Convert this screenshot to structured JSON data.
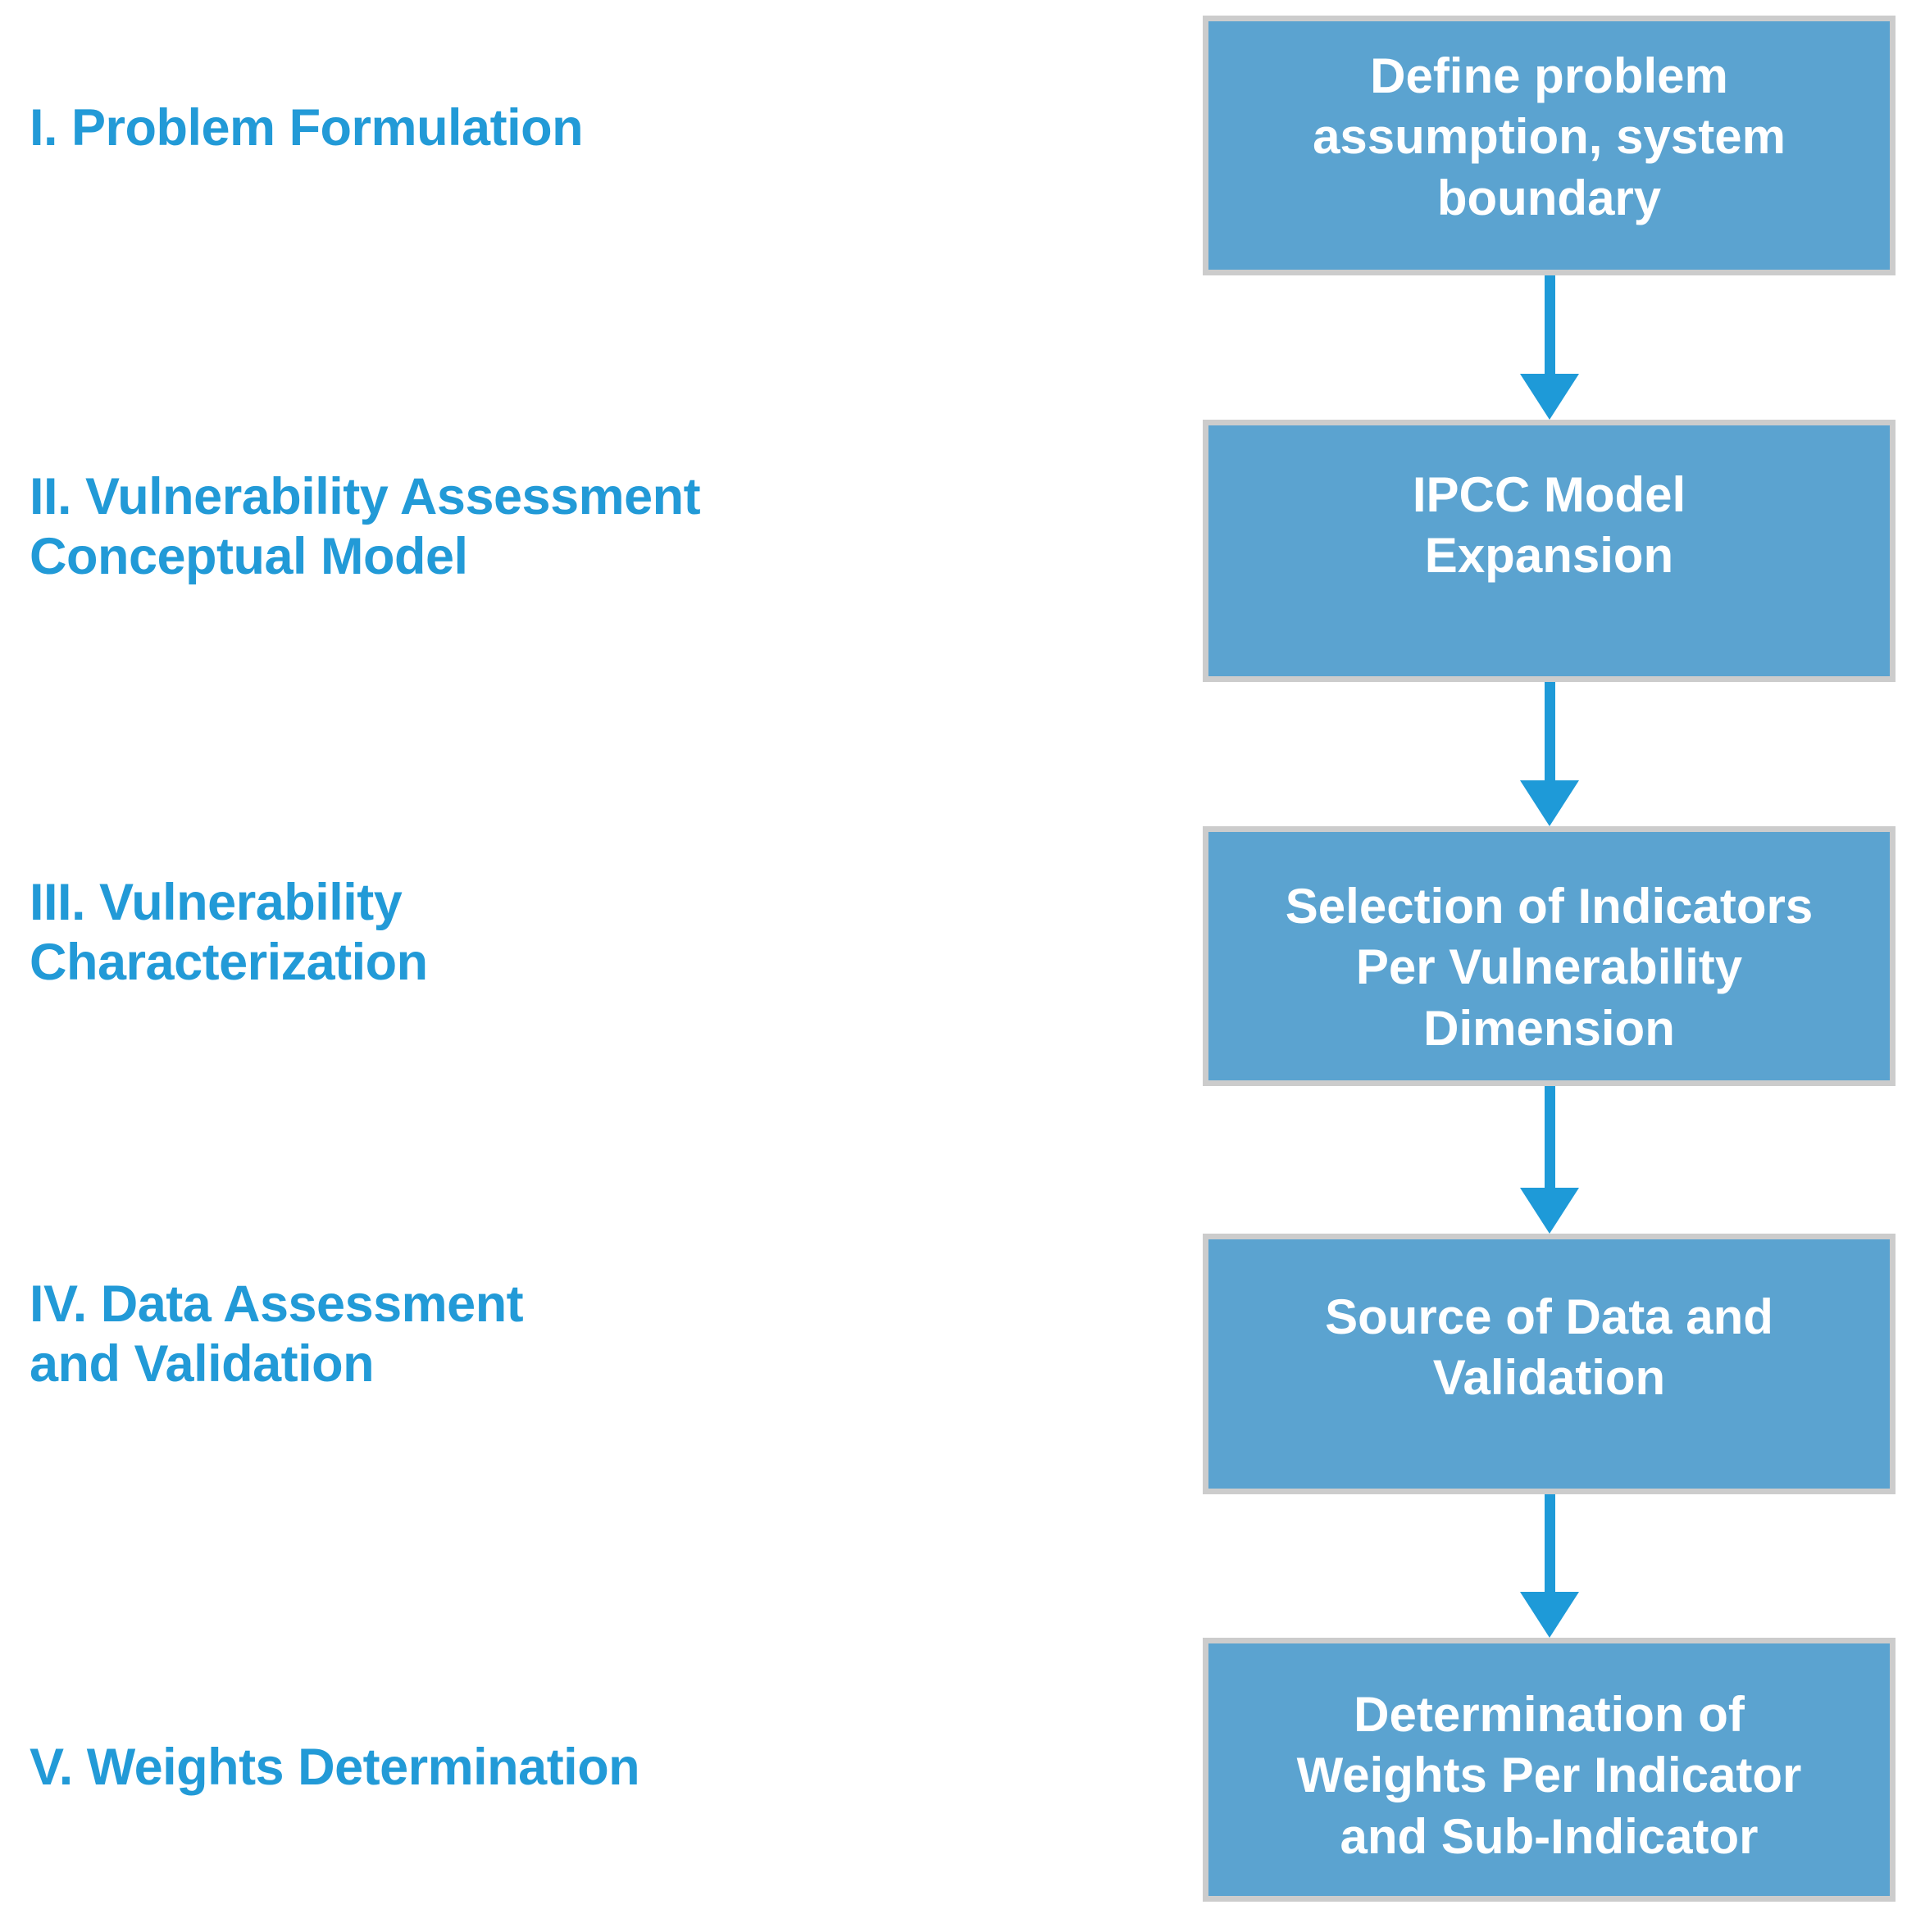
{
  "diagram": {
    "title": "Vulnerability Assessment Framework Flowchart",
    "colors": {
      "label_text": "#229AD7",
      "box_fill": "#5BA3D0",
      "box_border": "#CCCCCC",
      "box_text": "#FFFFFF",
      "arrow": "#1E9AD8",
      "background": "#FFFFFF"
    },
    "stages": [
      {
        "id": "stage-1",
        "label": "I. Problem Formulation"
      },
      {
        "id": "stage-2",
        "label": "II. Vulnerability Assessment\nConceptual Model"
      },
      {
        "id": "stage-3",
        "label": "III. Vulnerability\nCharacterization"
      },
      {
        "id": "stage-4",
        "label": "IV. Data Assessment\nand Validation"
      },
      {
        "id": "stage-5",
        "label": "V. Weights Determination"
      }
    ],
    "boxes": [
      {
        "id": "box-1",
        "text": "Define problem\nassumption, system\nboundary"
      },
      {
        "id": "box-2",
        "text": "IPCC Model\nExpansion"
      },
      {
        "id": "box-3",
        "text": "Selection of Indicators\nPer Vulnerability\nDimension"
      },
      {
        "id": "box-4",
        "text": "Source of Data and\nValidation"
      },
      {
        "id": "box-5",
        "text": "Determination of\nWeights Per Indicator\nand Sub-Indicator"
      }
    ],
    "arrows": [
      {
        "id": "arrow-1",
        "from": "box-1",
        "to": "box-2",
        "direction": "down"
      },
      {
        "id": "arrow-2",
        "from": "box-2",
        "to": "box-3",
        "direction": "down"
      },
      {
        "id": "arrow-3",
        "from": "box-3",
        "to": "box-4",
        "direction": "down"
      },
      {
        "id": "arrow-4",
        "from": "box-4",
        "to": "box-5",
        "direction": "down"
      }
    ]
  }
}
